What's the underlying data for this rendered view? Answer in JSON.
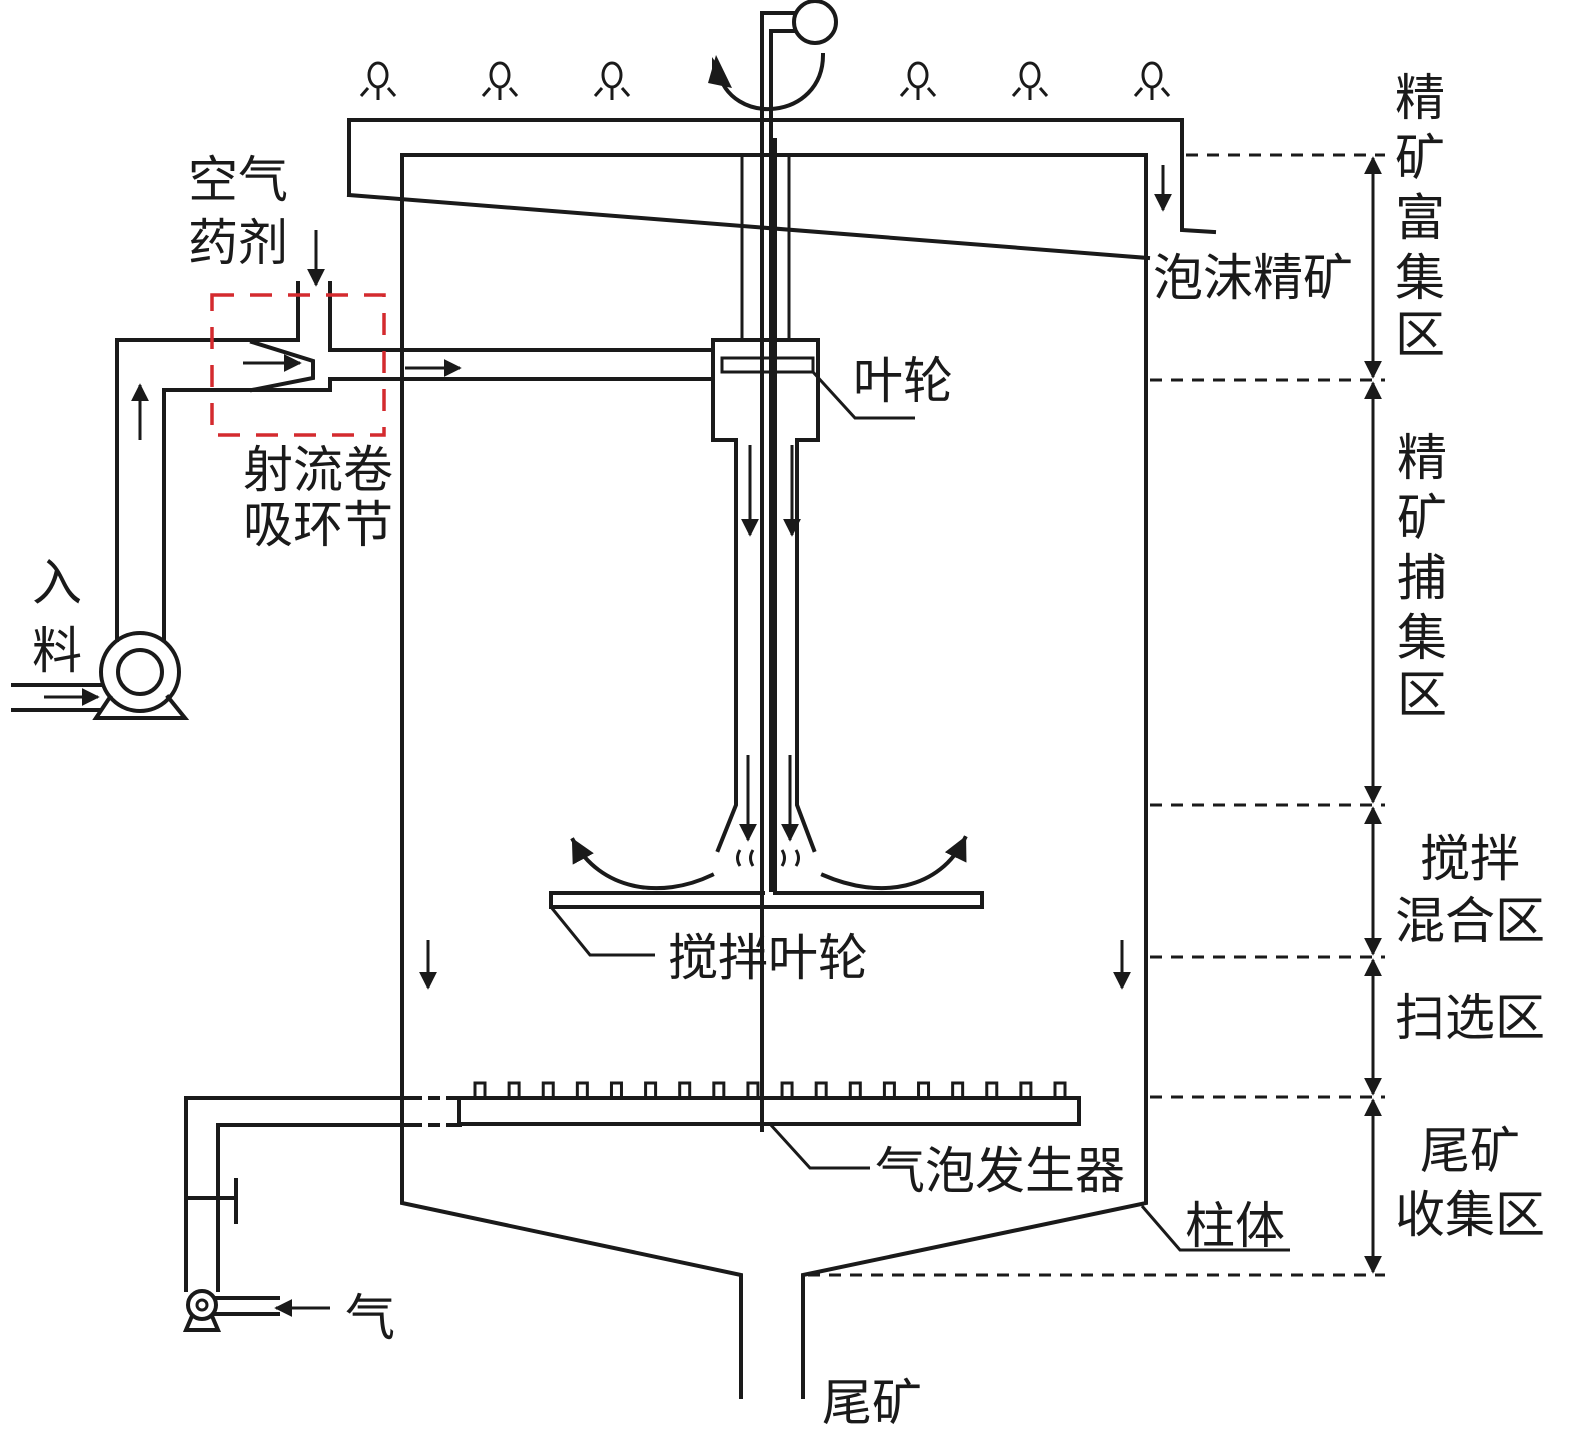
{
  "title": "射流卷吸式浮选柱结构示意图",
  "colors": {
    "line": "#1a1a1a",
    "highlight_box": "#d42a2e",
    "background": "#ffffff"
  },
  "labels": {
    "air_reagent_line1": "空气",
    "air_reagent_line2": "药剂",
    "jet_section_line1": "射流卷",
    "jet_section_line2": "吸环节",
    "feed_line1": "入",
    "feed_line2": "料",
    "impeller": "叶轮",
    "foam_concentrate": "泡沫精矿",
    "stirring_impeller": "搅拌叶轮",
    "bubble_generator": "气泡发生器",
    "column_body": "柱体",
    "gas": "气",
    "tailings": "尾矿"
  },
  "zones": [
    {
      "id": "concentrate-enrichment",
      "lines": [
        "精",
        "矿",
        "富",
        "集",
        "区"
      ],
      "orientation": "vertical"
    },
    {
      "id": "concentrate-capture",
      "lines": [
        "精",
        "矿",
        "捕",
        "集",
        "区"
      ],
      "orientation": "vertical"
    },
    {
      "id": "stirring-mixing",
      "lines": [
        "搅拌",
        "混合区"
      ],
      "orientation": "horizontal"
    },
    {
      "id": "scavenging",
      "lines": [
        "扫选区"
      ],
      "orientation": "horizontal"
    },
    {
      "id": "tailings-collection",
      "lines": [
        "尾矿",
        "收集区"
      ],
      "orientation": "horizontal"
    }
  ],
  "components": {
    "bubble_icons_count": 6,
    "gas_generator_nozzles_count": 18
  }
}
